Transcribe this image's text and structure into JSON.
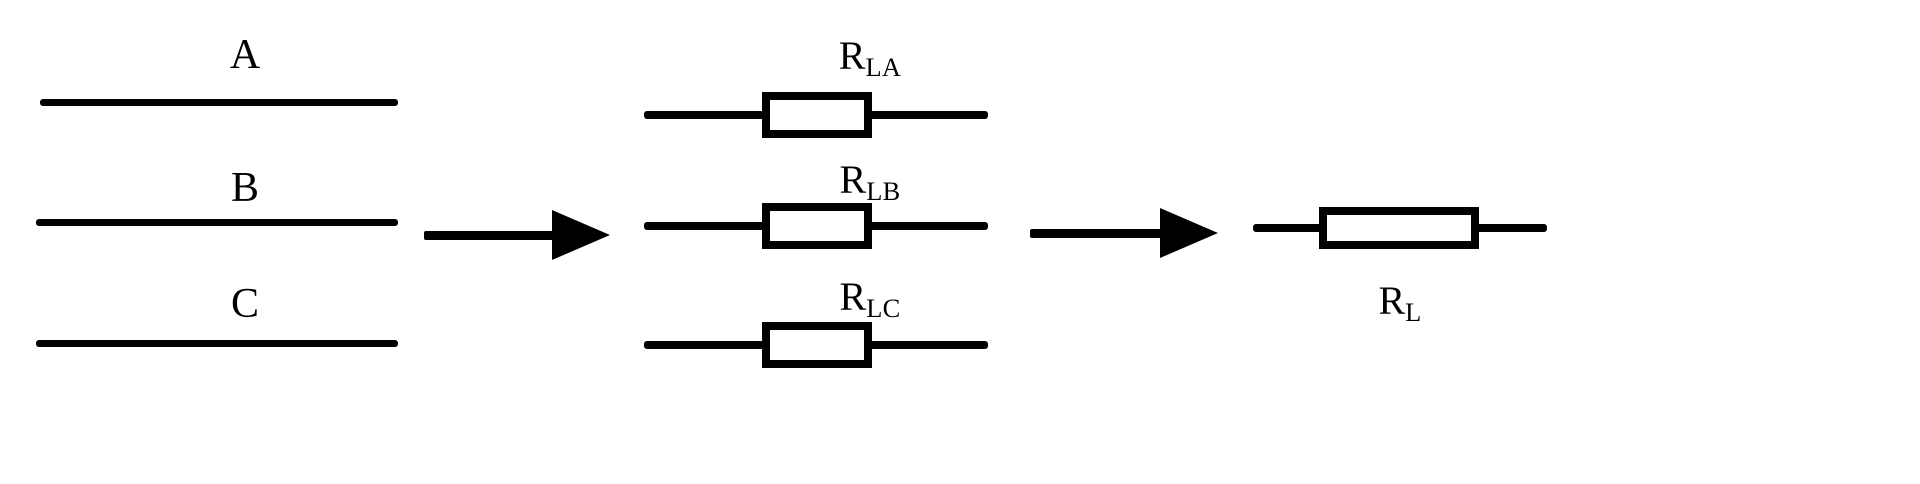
{
  "diagram": {
    "title": "Series combination of line resistances into an equivalent resistance",
    "type": "circuit-schematic",
    "background_color": "#ffffff",
    "stroke_color": "#000000",
    "stages": [
      {
        "name": "conductors",
        "items": [
          {
            "label": "A",
            "kind": "conductor-line"
          },
          {
            "label": "B",
            "kind": "conductor-line"
          },
          {
            "label": "C",
            "kind": "conductor-line"
          }
        ]
      },
      {
        "name": "line-resistances",
        "items": [
          {
            "label_main": "R",
            "label_sub": "LA",
            "kind": "resistor"
          },
          {
            "label_main": "R",
            "label_sub": "LB",
            "kind": "resistor"
          },
          {
            "label_main": "R",
            "label_sub": "LC",
            "kind": "resistor"
          }
        ]
      },
      {
        "name": "equivalent-resistance",
        "items": [
          {
            "label_main": "R",
            "label_sub": "L",
            "kind": "resistor"
          }
        ]
      }
    ],
    "arrows": [
      {
        "name": "arrow-stage1-to-stage2",
        "direction": "right"
      },
      {
        "name": "arrow-stage2-to-stage3",
        "direction": "right"
      }
    ]
  }
}
